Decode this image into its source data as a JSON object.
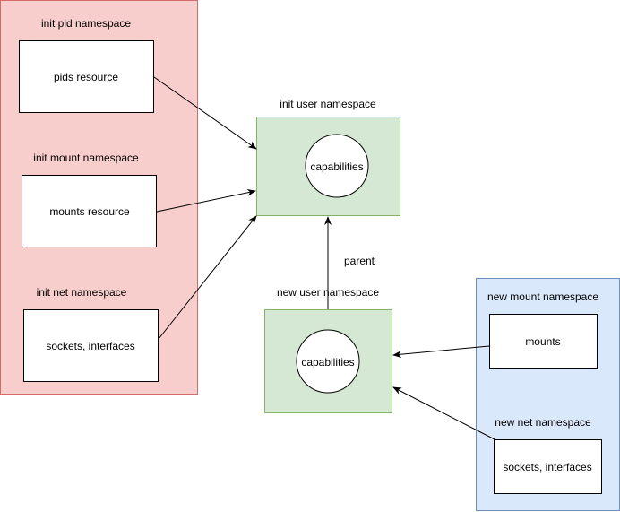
{
  "colors": {
    "init_group_fill": "#f8cecc",
    "init_group_stroke": "#d46a6a",
    "new_group_fill": "#dae8fc",
    "new_group_stroke": "#6c8ebf",
    "user_ns_fill": "#d5e8d4",
    "user_ns_stroke": "#82b366",
    "box_fill": "#ffffff",
    "edge": "#000000"
  },
  "init_group": {
    "pid": {
      "title": "init pid namespace",
      "resource": "pids resource"
    },
    "mount": {
      "title": "init mount namespace",
      "resource": "mounts resource"
    },
    "net": {
      "title": "init net namespace",
      "resource": "sockets, interfaces"
    }
  },
  "init_user_ns": {
    "title": "init user namespace",
    "capabilities": "capabilities"
  },
  "new_user_ns": {
    "title": "new user namespace",
    "capabilities": "capabilities"
  },
  "parent_edge": {
    "label": "parent"
  },
  "new_group": {
    "mount": {
      "title": "new mount namespace",
      "resource": "mounts"
    },
    "net": {
      "title": "new net namespace",
      "resource": "sockets, interfaces"
    }
  }
}
